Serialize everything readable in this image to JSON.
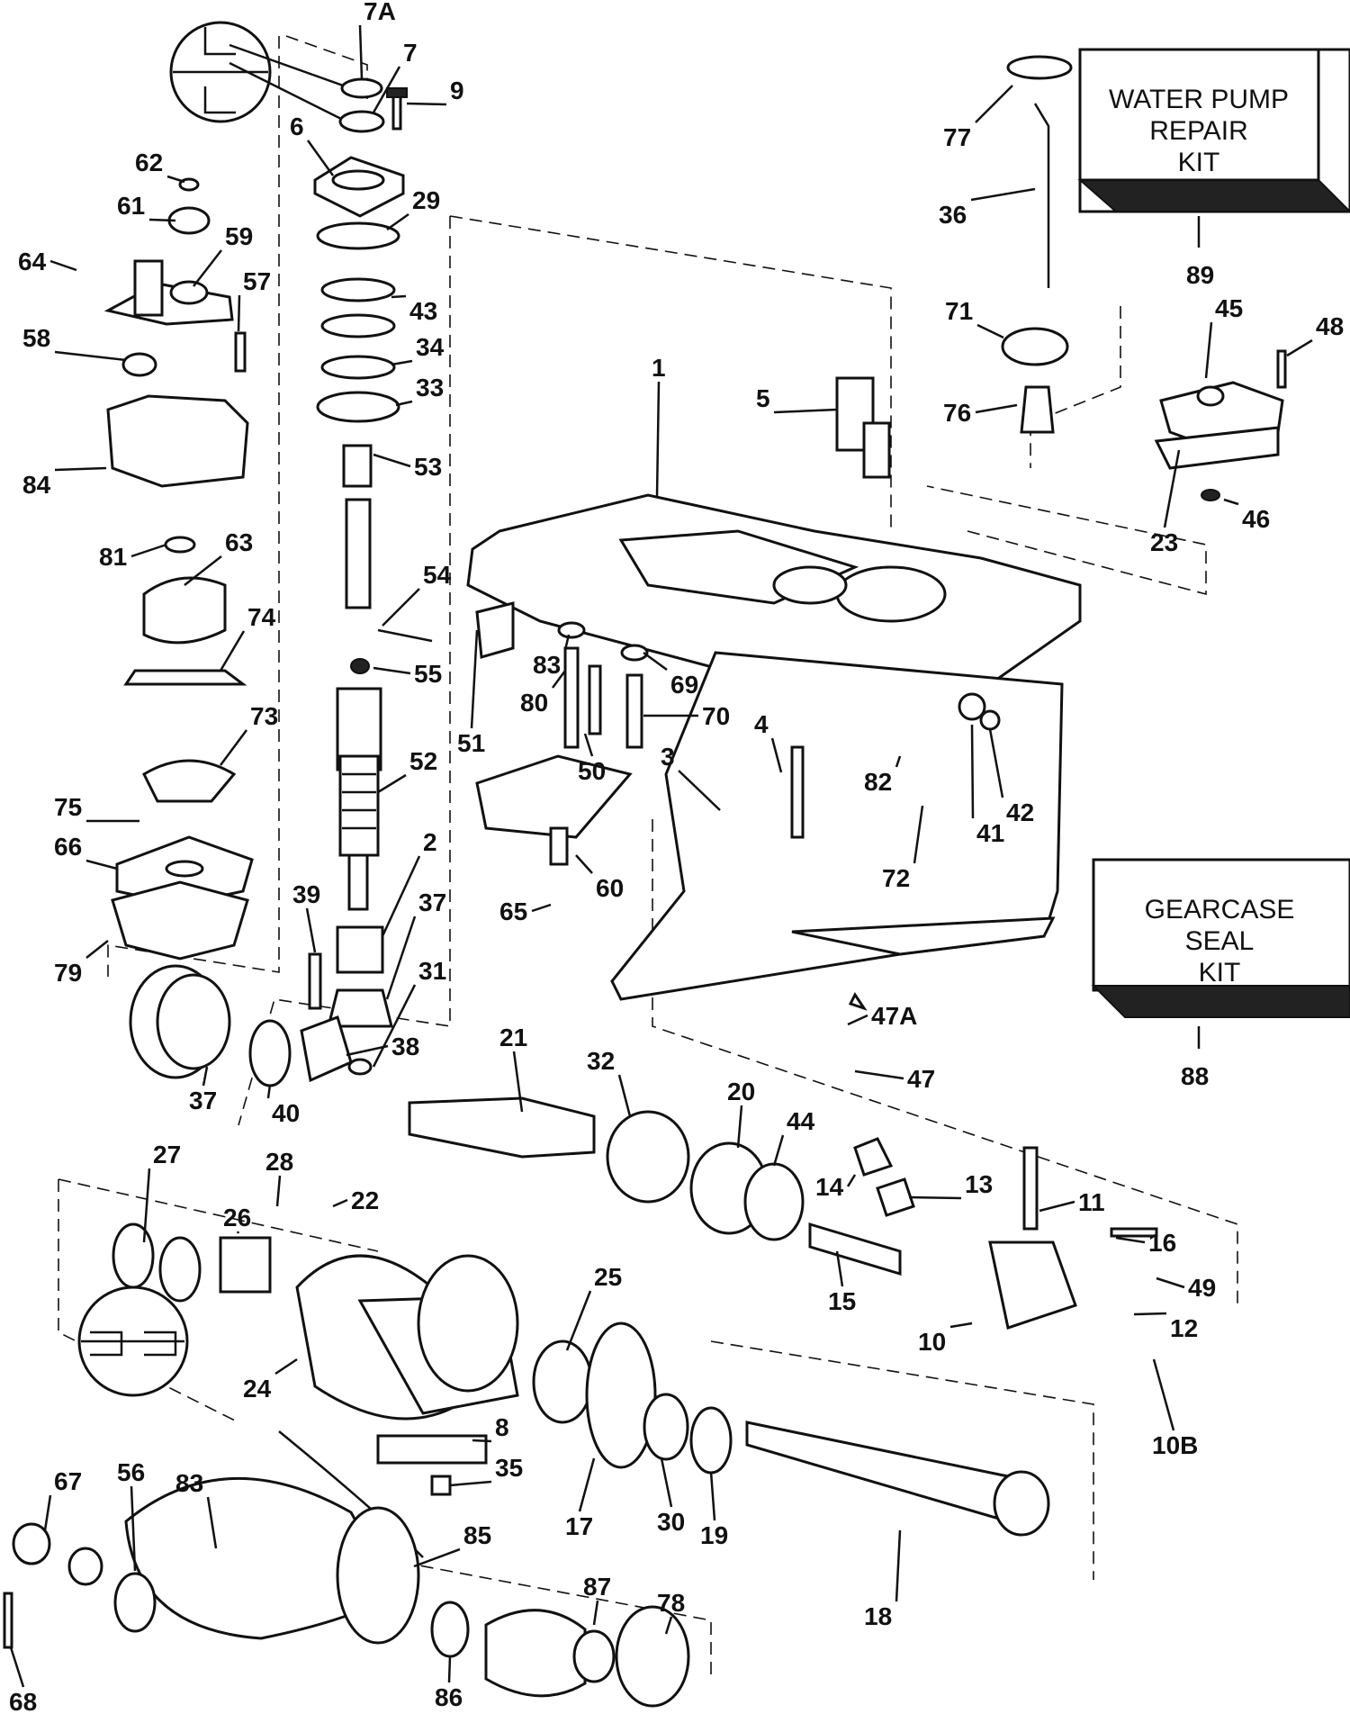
{
  "kits": {
    "water_pump": {
      "lines": [
        "WATER PUMP",
        "REPAIR",
        "KIT"
      ],
      "ref": "89"
    },
    "gearcase_seal": {
      "lines": [
        "GEARCASE",
        "SEAL",
        "KIT"
      ],
      "ref": "88"
    }
  },
  "callouts": [
    {
      "id": "7A",
      "text": "7A"
    },
    {
      "id": "7",
      "text": "7"
    },
    {
      "id": "9",
      "text": "9"
    },
    {
      "id": "6",
      "text": "6"
    },
    {
      "id": "62",
      "text": "62"
    },
    {
      "id": "29",
      "text": "29"
    },
    {
      "id": "61",
      "text": "61"
    },
    {
      "id": "59",
      "text": "59"
    },
    {
      "id": "64",
      "text": "64"
    },
    {
      "id": "57",
      "text": "57"
    },
    {
      "id": "43",
      "text": "43"
    },
    {
      "id": "58",
      "text": "58"
    },
    {
      "id": "34",
      "text": "34"
    },
    {
      "id": "33",
      "text": "33"
    },
    {
      "id": "84",
      "text": "84"
    },
    {
      "id": "53",
      "text": "53"
    },
    {
      "id": "81",
      "text": "81"
    },
    {
      "id": "63",
      "text": "63"
    },
    {
      "id": "54",
      "text": "54"
    },
    {
      "id": "74",
      "text": "74"
    },
    {
      "id": "55",
      "text": "55"
    },
    {
      "id": "73",
      "text": "73"
    },
    {
      "id": "52",
      "text": "52"
    },
    {
      "id": "75",
      "text": "75"
    },
    {
      "id": "66",
      "text": "66"
    },
    {
      "id": "2",
      "text": "2"
    },
    {
      "id": "39",
      "text": "39"
    },
    {
      "id": "37a",
      "text": "37"
    },
    {
      "id": "79",
      "text": "79"
    },
    {
      "id": "31",
      "text": "31"
    },
    {
      "id": "38",
      "text": "38"
    },
    {
      "id": "37b",
      "text": "37"
    },
    {
      "id": "40",
      "text": "40"
    },
    {
      "id": "77",
      "text": "77"
    },
    {
      "id": "36",
      "text": "36"
    },
    {
      "id": "71",
      "text": "71"
    },
    {
      "id": "45",
      "text": "45"
    },
    {
      "id": "48",
      "text": "48"
    },
    {
      "id": "76",
      "text": "76"
    },
    {
      "id": "5",
      "text": "5"
    },
    {
      "id": "1",
      "text": "1"
    },
    {
      "id": "23",
      "text": "23"
    },
    {
      "id": "46",
      "text": "46"
    },
    {
      "id": "83a",
      "text": "83"
    },
    {
      "id": "69",
      "text": "69"
    },
    {
      "id": "80",
      "text": "80"
    },
    {
      "id": "70",
      "text": "70"
    },
    {
      "id": "51",
      "text": "51"
    },
    {
      "id": "50",
      "text": "50"
    },
    {
      "id": "3",
      "text": "3"
    },
    {
      "id": "4",
      "text": "4"
    },
    {
      "id": "82",
      "text": "82"
    },
    {
      "id": "41",
      "text": "41"
    },
    {
      "id": "42",
      "text": "42"
    },
    {
      "id": "72",
      "text": "72"
    },
    {
      "id": "60",
      "text": "60"
    },
    {
      "id": "65",
      "text": "65"
    },
    {
      "id": "47A",
      "text": "47A"
    },
    {
      "id": "47",
      "text": "47"
    },
    {
      "id": "21",
      "text": "21"
    },
    {
      "id": "32",
      "text": "32"
    },
    {
      "id": "20",
      "text": "20"
    },
    {
      "id": "44",
      "text": "44"
    },
    {
      "id": "14",
      "text": "14"
    },
    {
      "id": "13",
      "text": "13"
    },
    {
      "id": "11",
      "text": "11"
    },
    {
      "id": "16",
      "text": "16"
    },
    {
      "id": "49",
      "text": "49"
    },
    {
      "id": "12",
      "text": "12"
    },
    {
      "id": "10",
      "text": "10"
    },
    {
      "id": "15",
      "text": "15"
    },
    {
      "id": "10B",
      "text": "10B"
    },
    {
      "id": "27",
      "text": "27"
    },
    {
      "id": "26",
      "text": "26"
    },
    {
      "id": "28",
      "text": "28"
    },
    {
      "id": "22",
      "text": "22"
    },
    {
      "id": "25",
      "text": "25"
    },
    {
      "id": "24",
      "text": "24"
    },
    {
      "id": "8",
      "text": "8"
    },
    {
      "id": "35",
      "text": "35"
    },
    {
      "id": "17",
      "text": "17"
    },
    {
      "id": "30",
      "text": "30"
    },
    {
      "id": "19",
      "text": "19"
    },
    {
      "id": "18",
      "text": "18"
    },
    {
      "id": "67",
      "text": "67"
    },
    {
      "id": "56",
      "text": "56"
    },
    {
      "id": "83b",
      "text": "83"
    },
    {
      "id": "85",
      "text": "85"
    },
    {
      "id": "87",
      "text": "87"
    },
    {
      "id": "78",
      "text": "78"
    },
    {
      "id": "86",
      "text": "86"
    },
    {
      "id": "68",
      "text": "68"
    }
  ]
}
